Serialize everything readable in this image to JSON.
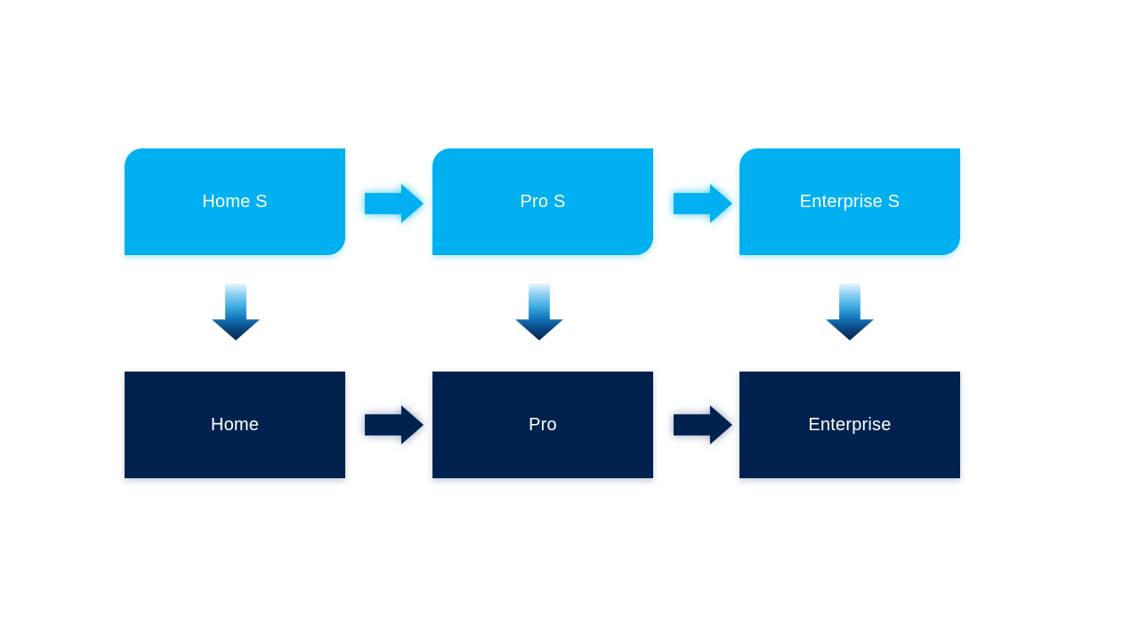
{
  "diagram": {
    "type": "flow",
    "background": "#FFFFFF",
    "columns": [
      {
        "id": "home",
        "top_label": "Home S",
        "bottom_label": "Home"
      },
      {
        "id": "pro",
        "top_label": "Pro S",
        "bottom_label": "Pro"
      },
      {
        "id": "enterprise",
        "top_label": "Enterprise S",
        "bottom_label": "Enterprise"
      }
    ],
    "connections": [
      {
        "from": "Home S",
        "to": "Pro S",
        "direction": "right"
      },
      {
        "from": "Pro S",
        "to": "Enterprise S",
        "direction": "right"
      },
      {
        "from": "Home",
        "to": "Pro",
        "direction": "right"
      },
      {
        "from": "Pro",
        "to": "Enterprise",
        "direction": "right"
      },
      {
        "from": "Home S",
        "to": "Home",
        "direction": "down"
      },
      {
        "from": "Pro S",
        "to": "Pro",
        "direction": "down"
      },
      {
        "from": "Enterprise S",
        "to": "Enterprise",
        "direction": "down"
      }
    ],
    "icons": {
      "right_arrow": "block right arrow",
      "down_arrow": "block down arrow with light-to-dark gradient"
    },
    "colors": {
      "bg": "#FFFFFF",
      "top_box": "#00B0F0",
      "bottom_box": "#01224E",
      "text": "#FFFFFF",
      "arrow_light": "#00B0F0",
      "arrow_dark": "#01224E"
    }
  }
}
